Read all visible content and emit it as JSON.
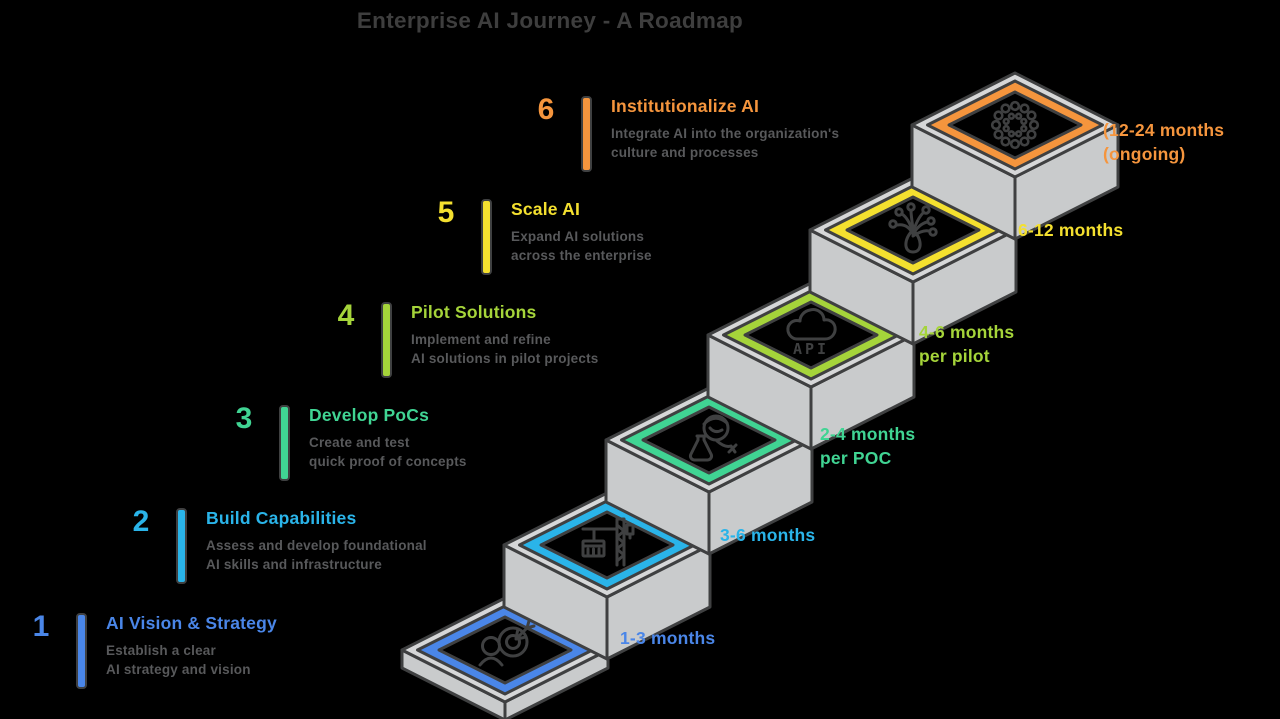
{
  "title": "Enterprise AI Journey - A Roadmap",
  "palette": {
    "background": "#000000",
    "title_text": "#3e3e3e",
    "description_text": "#58595b",
    "outline": "#3f4041",
    "tread_gray": "#d6d7d8",
    "riser_gray": "#c9cbcc",
    "tile_center": "#000000"
  },
  "steps": [
    {
      "number": "1",
      "title": "AI Vision & Strategy",
      "description_lines": [
        "Establish a clear",
        "AI strategy and vision"
      ],
      "timeline_lines": [
        "1-3 months",
        ""
      ],
      "color": "#4a86e8",
      "icon": "vision-target-icon"
    },
    {
      "number": "2",
      "title": "Build Capabilities",
      "description_lines": [
        "Assess and develop foundational",
        "AI skills and infrastructure"
      ],
      "timeline_lines": [
        "3-6 months",
        ""
      ],
      "color": "#2ab4e9",
      "icon": "construction-crane-icon"
    },
    {
      "number": "3",
      "title": "Develop PoCs",
      "description_lines": [
        "Create and test",
        "quick proof of concepts"
      ],
      "timeline_lines": [
        "2-4 months",
        "per POC"
      ],
      "color": "#40d493",
      "icon": "scientist-flask-icon"
    },
    {
      "number": "4",
      "title": "Pilot Solutions",
      "description_lines": [
        "Implement and refine",
        "AI solutions in pilot projects"
      ],
      "timeline_lines": [
        "4-6 months",
        "per pilot"
      ],
      "color": "#a5d43a",
      "icon": "api-cloud-icon",
      "icon_text": "API"
    },
    {
      "number": "5",
      "title": "Scale AI",
      "description_lines": [
        "Expand AI solutions",
        "across the enterprise"
      ],
      "timeline_lines": [
        "6-12 months",
        ""
      ],
      "color": "#f4e02f",
      "icon": "growth-network-icon"
    },
    {
      "number": "6",
      "title": "Institutionalize AI",
      "description_lines": [
        "Integrate AI into the organization's",
        "culture and processes"
      ],
      "timeline_lines": [
        "(12-24 months",
        "(ongoing)"
      ],
      "color": "#f5953d",
      "icon": "dot-cluster-icon"
    }
  ]
}
